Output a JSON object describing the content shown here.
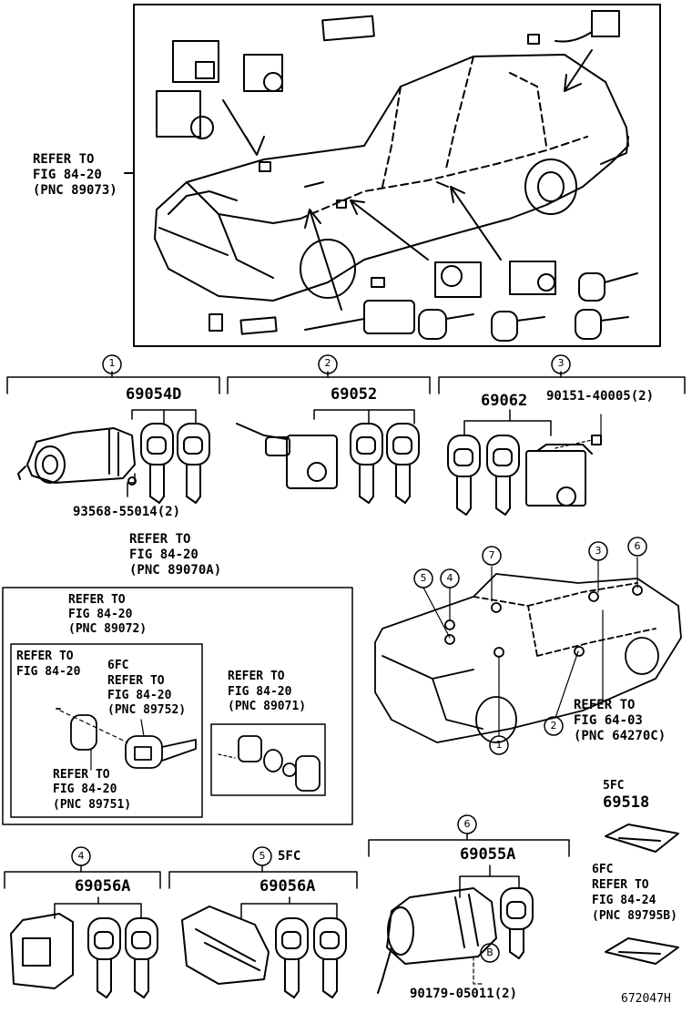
{
  "top_refer": [
    "REFER TO",
    "FIG 84-20",
    "(PNC 89073)"
  ],
  "sections": {
    "s1": {
      "num": "1",
      "part": "69054D",
      "sub": "93568-55014(2)"
    },
    "s2": {
      "num": "2",
      "part": "69052"
    },
    "s3": {
      "num": "3",
      "part": "69062",
      "sub": "90151-40005(2)"
    },
    "s4": {
      "num": "4",
      "part": "69056A"
    },
    "s5": {
      "num": "5",
      "tag": "5FC",
      "part": "69056A"
    },
    "s6": {
      "num": "6",
      "part": "69055A",
      "sub": "90179-05011(2)",
      "callout": "B"
    }
  },
  "refer_box_outer": [
    "REFER TO",
    "FIG 84-20",
    "(PNC 89070A)"
  ],
  "refer_box_mid": [
    "REFER TO",
    "FIG 84-20",
    "(PNC 89072)"
  ],
  "refer_inner_a": [
    "REFER TO",
    "FIG 84-20"
  ],
  "refer_inner_b": {
    "tag": "6FC",
    "lines": [
      "REFER TO",
      "FIG 84-20",
      "(PNC 89752)"
    ]
  },
  "refer_inner_c": [
    "REFER TO",
    "FIG 84-20",
    "(PNC 89751)"
  ],
  "refer_side": [
    "REFER TO",
    "FIG 84-20",
    "(PNC 89071)"
  ],
  "refer_car": [
    "REFER TO",
    "FIG 64-03",
    "(PNC 64270C)"
  ],
  "car_callouts": [
    "1",
    "2",
    "3",
    "4",
    "5",
    "6",
    "7"
  ],
  "right_5fc": {
    "tag": "5FC",
    "part": "69518"
  },
  "right_6fc": {
    "tag": "6FC",
    "lines": [
      "REFER TO",
      "FIG 84-24",
      "(PNC 89795B)"
    ]
  },
  "drawing_id": "672047H"
}
